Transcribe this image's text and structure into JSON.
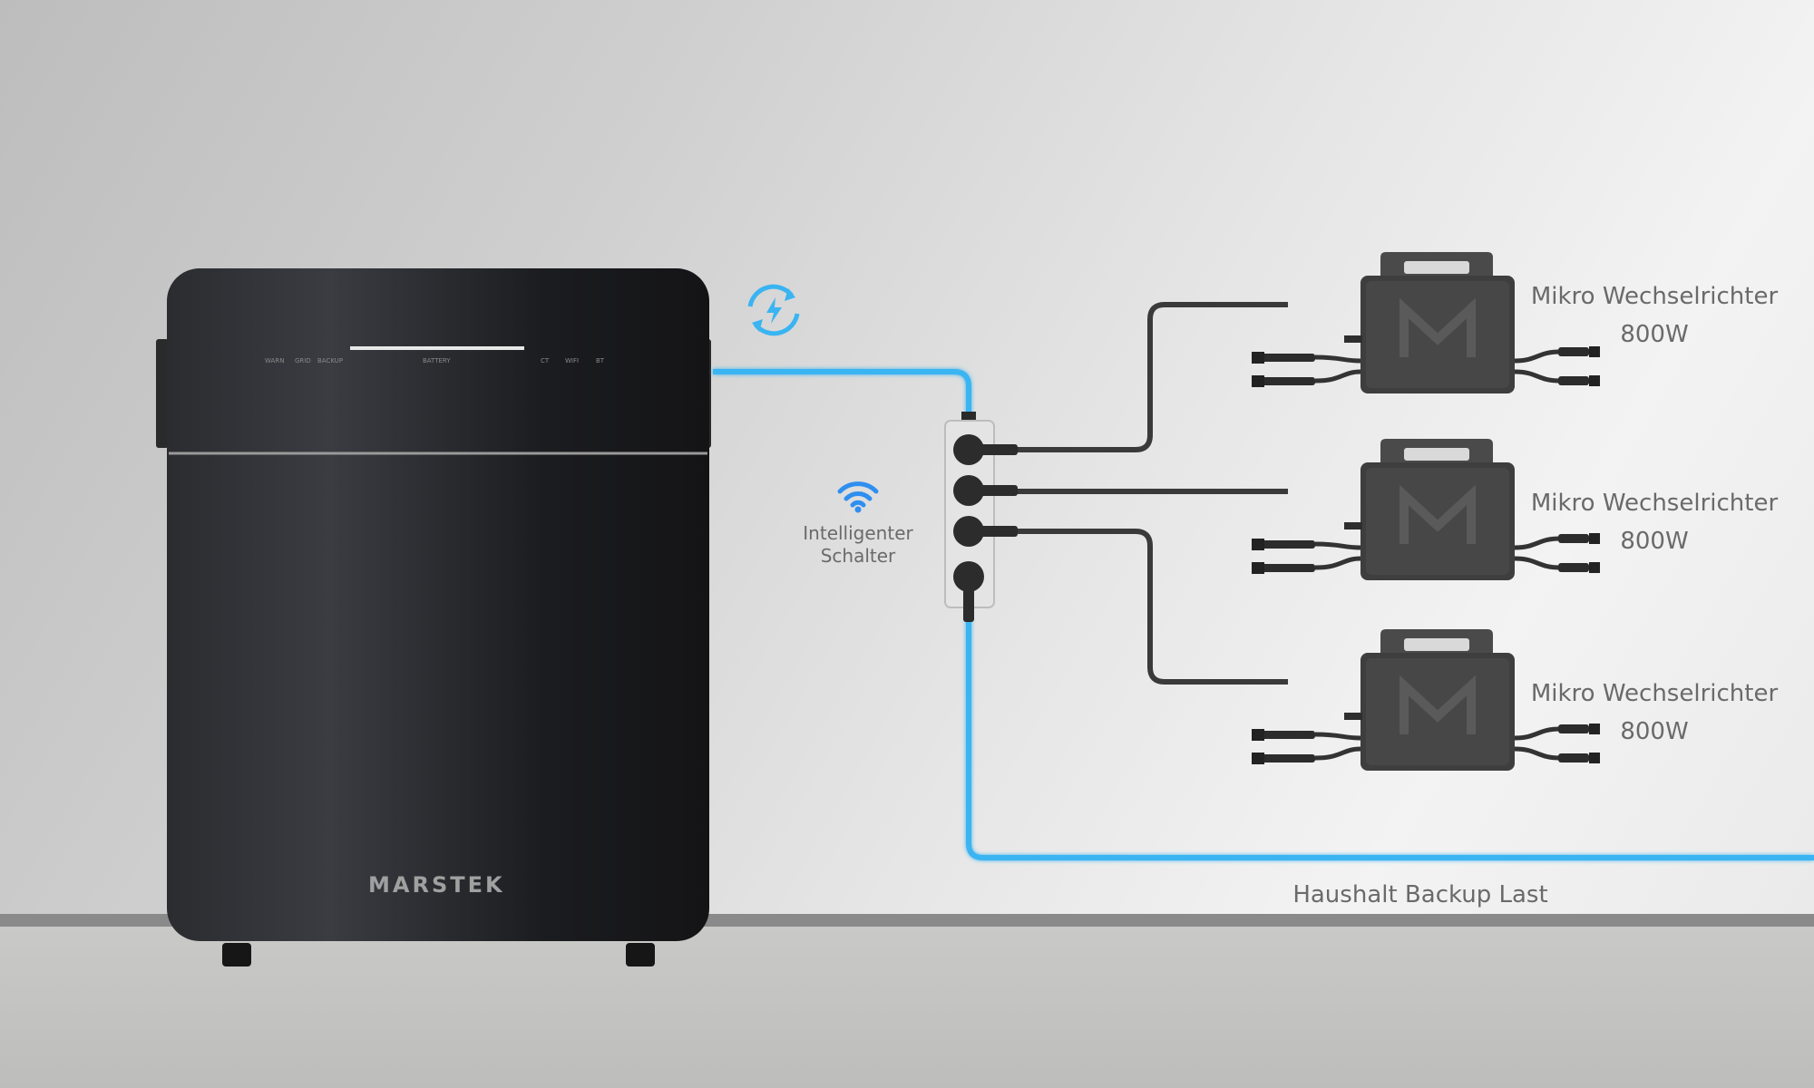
{
  "battery": {
    "brand": "MARSTEK",
    "panel_labels": [
      "WARN",
      "GRID",
      "BACKUP",
      "BATTERY",
      "CT",
      "WIFI",
      "BT"
    ]
  },
  "smart_switch": {
    "label_line1": "Intelligenter",
    "label_line2": "Schalter"
  },
  "inverters": [
    {
      "name": "Mikro Wechselrichter",
      "power": "800W"
    },
    {
      "name": "Mikro Wechselrichter",
      "power": "800W"
    },
    {
      "name": "Mikro Wechselrichter",
      "power": "800W"
    }
  ],
  "load": {
    "label": "Haushalt Backup Last"
  },
  "colors": {
    "cable_blue": "#3ab4f2",
    "cable_dark": "#3a3a3a",
    "battery_body": "#1e1f22",
    "wifi_blue": "#2f8ff0"
  }
}
